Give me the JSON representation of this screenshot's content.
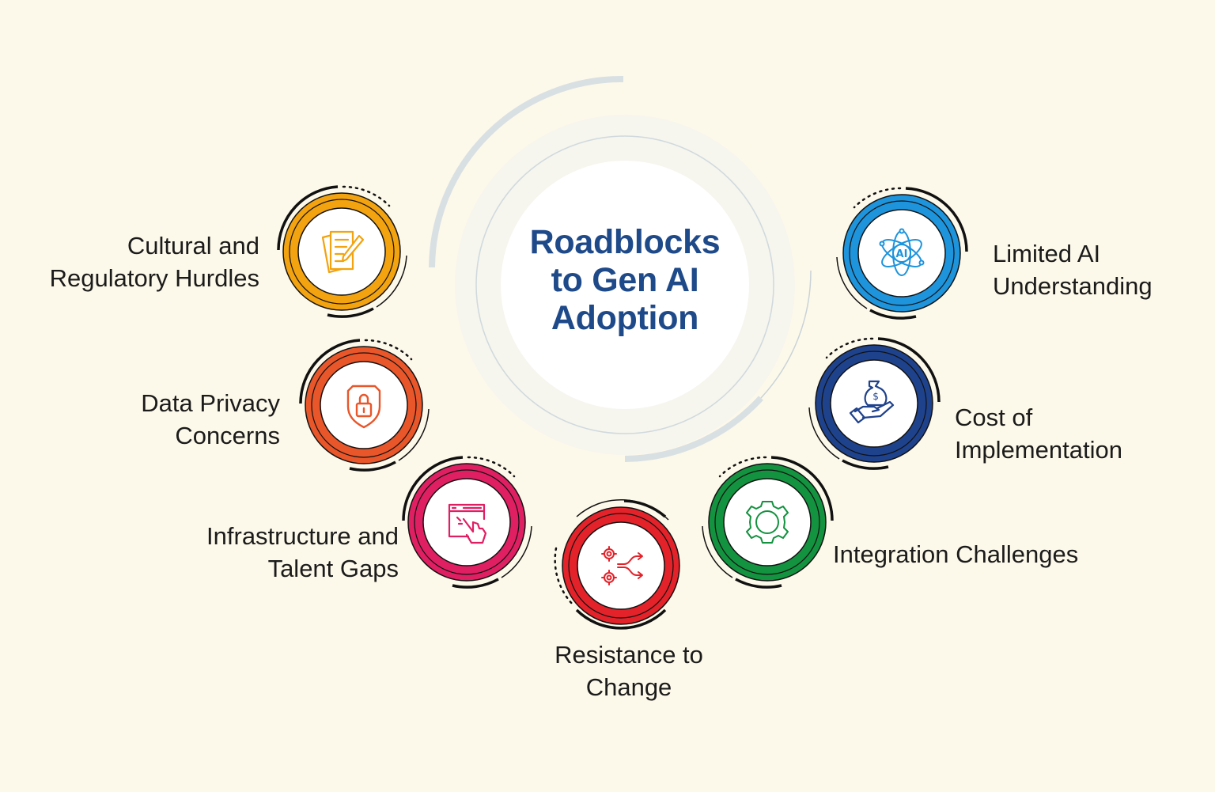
{
  "center": {
    "title_lines": [
      "Roadblocks",
      "to Gen AI",
      "Adoption"
    ]
  },
  "items": [
    {
      "label_lines": [
        "Cultural and",
        "Regulatory Hurdles"
      ],
      "icon": "document-pen-icon",
      "color": "#f2a30f"
    },
    {
      "label_lines": [
        "Data Privacy",
        "Concerns"
      ],
      "icon": "shield-lock-icon",
      "color": "#e8562a"
    },
    {
      "label_lines": [
        "Infrastructure and",
        "Talent Gaps"
      ],
      "icon": "browser-click-icon",
      "color": "#e01f63"
    },
    {
      "label_lines": [
        "Resistance to",
        "Change"
      ],
      "icon": "gears-arrows-icon",
      "color": "#e3222a"
    },
    {
      "label_lines": [
        "Integration Challenges"
      ],
      "icon": "gear-icon",
      "color": "#13923f"
    },
    {
      "label_lines": [
        "Cost of",
        "Implementation"
      ],
      "icon": "money-bag-hand-icon",
      "color": "#1f428c"
    },
    {
      "label_lines": [
        "Limited AI",
        "Understanding"
      ],
      "icon": "ai-atom-icon",
      "color": "#1d94dc"
    }
  ],
  "colors": {
    "background": "#fdf9ea",
    "title": "#1f4a8a",
    "center_ring": "#f6f5ee",
    "center_arc": "#d9e0e3",
    "text": "#1b1b1b"
  }
}
